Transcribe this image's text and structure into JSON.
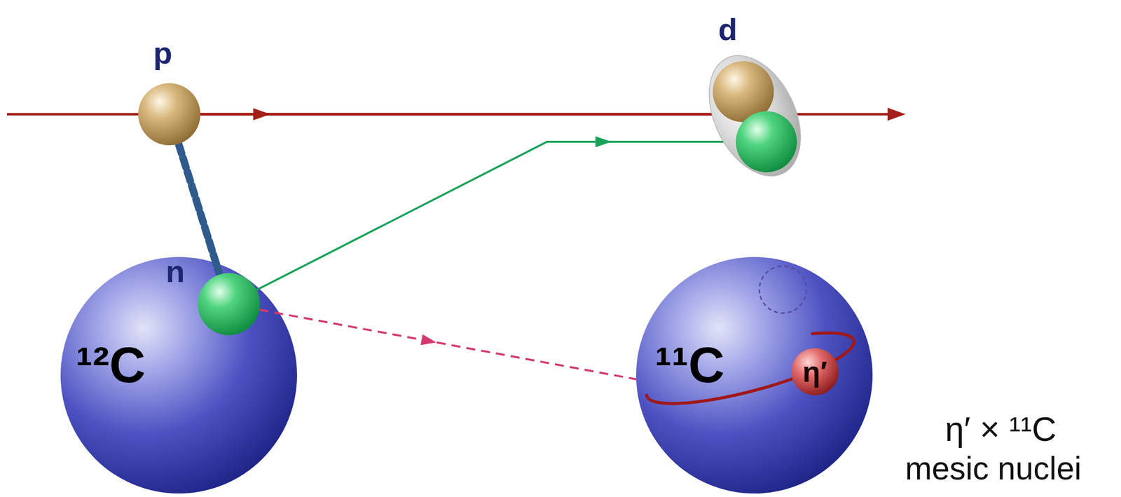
{
  "diagram": {
    "nodes": [
      {
        "text": [
          "p"
        ]
      },
      {
        "text": [
          "d"
        ]
      },
      {
        "text": [
          "¹²C"
        ]
      },
      {
        "text": [
          "n"
        ],
        "in": 2
      },
      {
        "text": [
          "¹¹C"
        ]
      },
      {
        "text": [
          "η′"
        ],
        "in": 4
      }
    ],
    "edges": [
      {
        "from": 0,
        "to": 3,
        "arrow": "none"
      },
      {
        "from": 0,
        "to": 1,
        "arrow": "to"
      },
      {
        "from": 3,
        "to": 1,
        "arrow": "to"
      },
      {
        "from": 3,
        "to": 4,
        "arrow": "to"
      }
    ],
    "labels": [
      "η′ × ¹¹C",
      "mesic nuclei"
    ]
  }
}
